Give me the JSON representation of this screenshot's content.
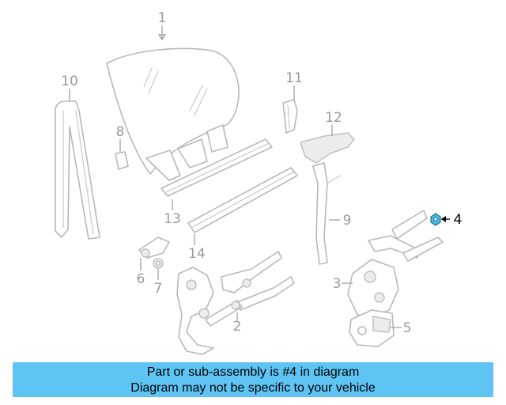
{
  "diagram": {
    "callouts": [
      {
        "id": "1",
        "label": "1",
        "highlighted": false
      },
      {
        "id": "2",
        "label": "2",
        "highlighted": false
      },
      {
        "id": "3",
        "label": "3",
        "highlighted": false
      },
      {
        "id": "4",
        "label": "4",
        "highlighted": true
      },
      {
        "id": "5",
        "label": "5",
        "highlighted": false
      },
      {
        "id": "6",
        "label": "6",
        "highlighted": false
      },
      {
        "id": "7",
        "label": "7",
        "highlighted": false
      },
      {
        "id": "8",
        "label": "8",
        "highlighted": false
      },
      {
        "id": "9",
        "label": "9",
        "highlighted": false
      },
      {
        "id": "10",
        "label": "10",
        "highlighted": false
      },
      {
        "id": "11",
        "label": "11",
        "highlighted": false
      },
      {
        "id": "12",
        "label": "12",
        "highlighted": false
      },
      {
        "id": "13",
        "label": "13",
        "highlighted": false
      },
      {
        "id": "14",
        "label": "14",
        "highlighted": false
      }
    ],
    "colors": {
      "part_line": "#b8b8b8",
      "callout_gray": "#9a9a9a",
      "highlight_part": "#3fb6e8",
      "highlight_text": "#000000"
    }
  },
  "banner": {
    "line1": "Part or sub-assembly is #4 in diagram",
    "line2": "Diagram may not be specific to your vehicle",
    "background": "#5ec4f4"
  }
}
